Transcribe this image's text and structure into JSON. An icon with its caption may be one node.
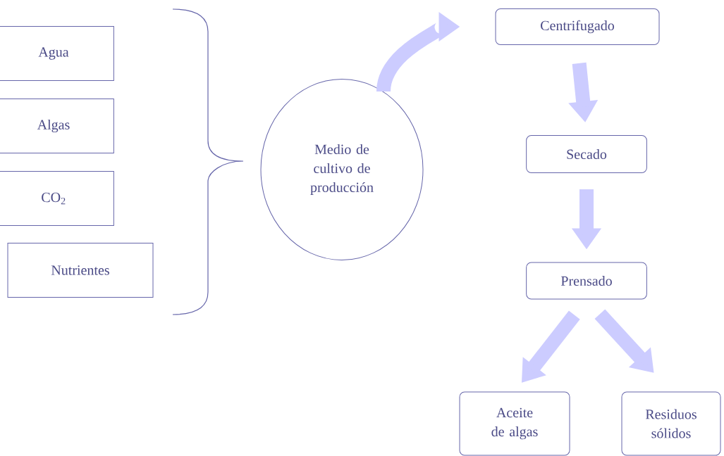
{
  "diagram": {
    "nodes": [
      {
        "text": [
          "Agua"
        ]
      },
      {
        "text": [
          "Algas"
        ]
      },
      {
        "text": [
          "CO$_{2}$"
        ]
      },
      {
        "text": [
          "Nutrientes"
        ]
      },
      {
        "text": [
          "Medio de cultivo de producción"
        ]
      },
      {
        "text": [
          "Centrifugado"
        ]
      },
      {
        "text": [
          "Secado"
        ]
      },
      {
        "text": [
          "Prensado"
        ]
      },
      {
        "text": [
          "Aceite de algas"
        ]
      },
      {
        "text": [
          "Residuos sólidos"
        ]
      }
    ],
    "edges": [
      {
        "from": 4,
        "to": 5,
        "arrow": "to"
      },
      {
        "from": 5,
        "to": 6,
        "arrow": "to"
      },
      {
        "from": 6,
        "to": 7,
        "arrow": "to"
      },
      {
        "from": 7,
        "to": 8,
        "arrow": "to"
      },
      {
        "from": 7,
        "to": 9,
        "arrow": "to"
      }
    ]
  }
}
